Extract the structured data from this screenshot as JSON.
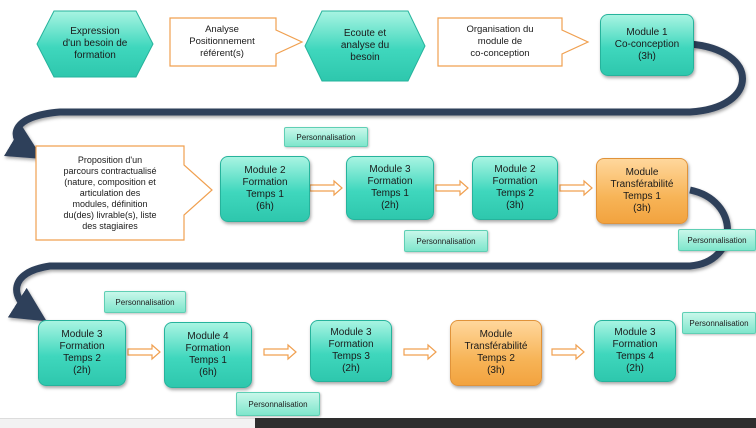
{
  "row1": {
    "start": "Expression\nd'un besoin de\nformation",
    "analyse": "Analyse\nPositionnement\nréférent(s)",
    "ecoute": "Ecoute et\nanalyse du\nbesoin",
    "organisation": "Organisation du\nmodule de\nco-conception",
    "module1": "Module 1\nCo-conception\n(3h)"
  },
  "row2": {
    "proposition": "Proposition d'un\nparcours contractualisé\n(nature, composition et\narticulation des\nmodules, définition\ndu(des) livrable(s), liste\ndes stagiaires",
    "module2_t1": "Module 2\nFormation\nTemps 1\n(6h)",
    "module3_t1": "Module 3\nFormation\nTemps 1\n(2h)",
    "module2_t2": "Module 2\nFormation\nTemps 2\n(3h)",
    "transfer_t1": "Module\nTransférabilité\nTemps 1\n(3h)"
  },
  "row3": {
    "module3_t2": "Module 3\nFormation\nTemps 2\n(2h)",
    "module4_t1": "Module 4\nFormation\nTemps 1\n(6h)",
    "module3_t3": "Module 3\nFormation\nTemps 3\n(2h)",
    "transfer_t2": "Module\nTransférabilité\nTemps 2\n(3h)",
    "module3_t4": "Module 3\nFormation\nTemps 4\n(2h)"
  },
  "tags": {
    "t1": "Personnalisation",
    "t2": "Personnalisation",
    "t3": "Personnalisation",
    "t4": "Personnalisation",
    "t5": "Personnalisation",
    "t6": "Personnalisation"
  },
  "colors": {
    "teal": "#3fd7bd",
    "orange": "#f7b457",
    "arrow_outline": "#f0a050",
    "connector": "#2f3f5a"
  }
}
